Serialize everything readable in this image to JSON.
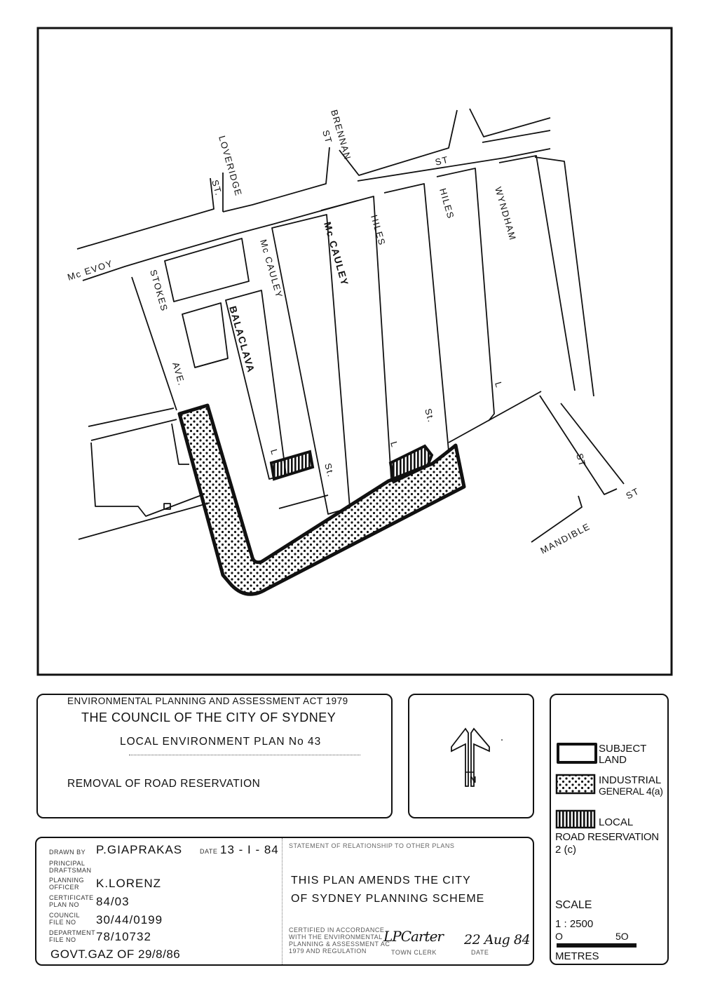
{
  "map": {
    "streets": {
      "mcevoy": "Mc EVOY",
      "loveridge": "LOVERIDGE",
      "loveridge_st": "ST.",
      "brennan": "BRENNAN",
      "brennan_st": "ST",
      "top_st": "ST",
      "stokes": "STOKES",
      "ave": "AVE.",
      "mccauley_left": "Mc CAULEY",
      "mccauley_bold": "Mc CAULEY",
      "balaclava": "BALACLAVA",
      "hiles_left": "HILES",
      "hiles_right": "HILES",
      "wyndham": "WYNDHAM",
      "st_lower": "St.",
      "st_mid": "St.",
      "l_left": "L",
      "l_mid": "L",
      "l_right": "L",
      "st_right": "ST",
      "mandible": "MANDIBLE",
      "mandible_st": "ST"
    }
  },
  "title_block": {
    "act": "ENVIRONMENTAL  PLANNING  AND  ASSESSMENT  ACT  1979",
    "council": "THE COUNCIL OF THE CITY OF SYDNEY",
    "plan": "LOCAL  ENVIRONMENT  PLAN  No 43",
    "purpose": "REMOVAL OF ROAD RESERVATION"
  },
  "north": {
    "letter": "N"
  },
  "legend": {
    "subject_1": "SUBJECT",
    "subject_2": "LAND",
    "industrial_1": "INDUSTRIAL",
    "industrial_2": "GENERAL 4(a)",
    "local_1": "LOCAL",
    "local_2": "ROAD RESERVATION",
    "local_3": "2 (c)",
    "scale_label": "SCALE",
    "scale_ratio": "1 : 2500",
    "scale_zero": "O",
    "scale_fifty": "5O",
    "metres": "METRES"
  },
  "details": {
    "drawn_by_label": "DRAWN BY",
    "drawn_by": "P.GIAPRAKAS",
    "date_label": "DATE",
    "date": "13 - I - 84",
    "principal_label_1": "PRINCIPAL",
    "principal_label_2": "DRAFTSMAN",
    "planning_label_1": "PLANNING",
    "planning_label_2": "OFFICER",
    "planning_officer": "K.LORENZ",
    "certificate_label_1": "CERTIFICATE",
    "certificate_label_2": "PLAN No",
    "certificate": "84/03",
    "council_label_1": "COUNCIL",
    "council_label_2": "FILE No",
    "council_file": "30/44/0199",
    "department_label_1": "DEPARTMENT",
    "department_label_2": "FILE No",
    "department_file": "78/10732",
    "gazette": "GOVT.GAZ OF 29/8/86",
    "relationship_label": "STATEMENT OF RELATIONSHIP TO OTHER PLANS",
    "relationship_1": "THIS PLAN AMENDS THE CITY",
    "relationship_2": "OF SYDNEY PLANNING SCHEME",
    "certified_1": "CERTIFIED IN ACCORDANCE",
    "certified_2": "WITH THE ENVIRONMENTAL",
    "certified_3": "PLANNING & ASSESSMENT AC",
    "certified_4": "1979 AND REGULATION",
    "town_clerk_label": "TOWN CLERK",
    "date2_label": "DATE",
    "signature": "LPCarter",
    "signed_date": "22 Aug 84"
  }
}
